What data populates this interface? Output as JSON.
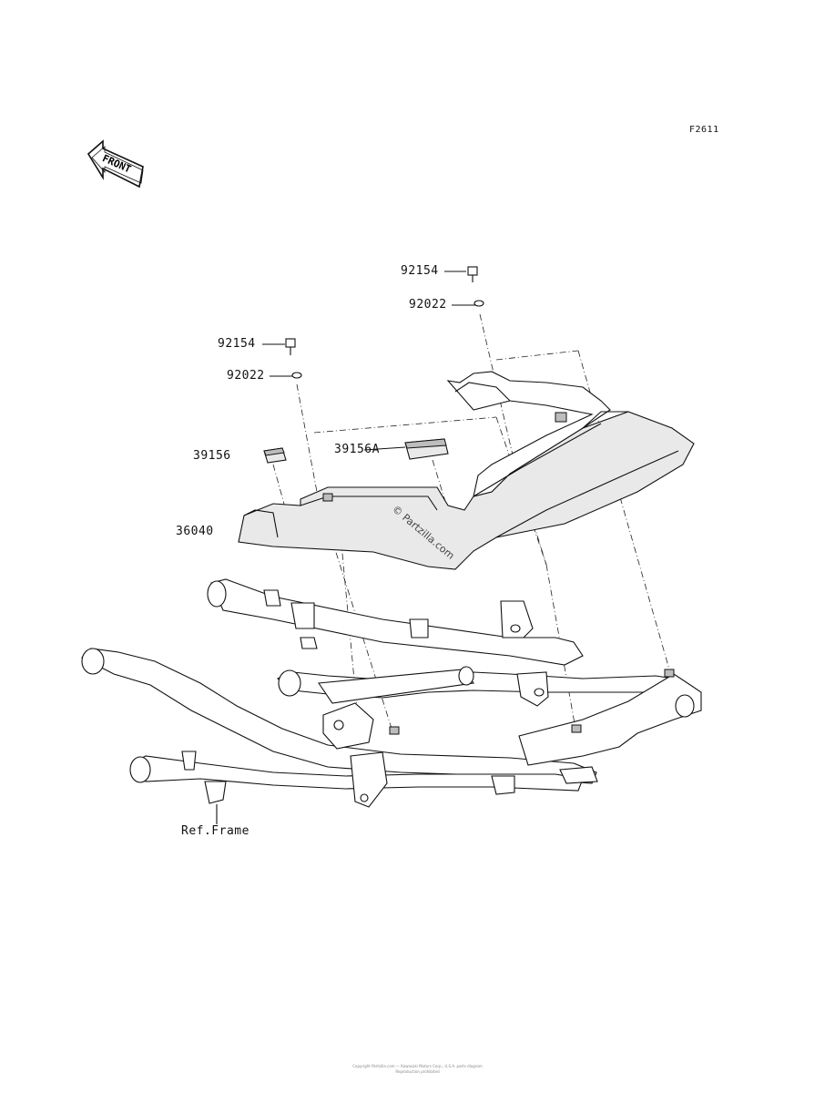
{
  "figure_code": "F2611",
  "front_indicator": {
    "text": "FRONT",
    "icon": "front-arrow-icon"
  },
  "callouts": [
    {
      "id": "bolt-upper-right",
      "part": "92154"
    },
    {
      "id": "washer-upper-right",
      "part": "92022"
    },
    {
      "id": "bolt-left",
      "part": "92154"
    },
    {
      "id": "washer-left",
      "part": "92022"
    },
    {
      "id": "damper-left",
      "part": "39156"
    },
    {
      "id": "damper-right",
      "part": "39156A"
    },
    {
      "id": "seat-cowl",
      "part": "36040"
    },
    {
      "id": "frame-ref",
      "part": "Ref.Frame"
    }
  ],
  "watermark": "© Partzilla.com",
  "footer": {
    "line1": "Copyright Partzilla.com — Kawasaki Motors Corp., U.S.A. parts diagram",
    "line2": "Reproduction prohibited"
  },
  "colors": {
    "ink": "#111111",
    "fill": "#e9e9e9",
    "background": "#ffffff"
  }
}
